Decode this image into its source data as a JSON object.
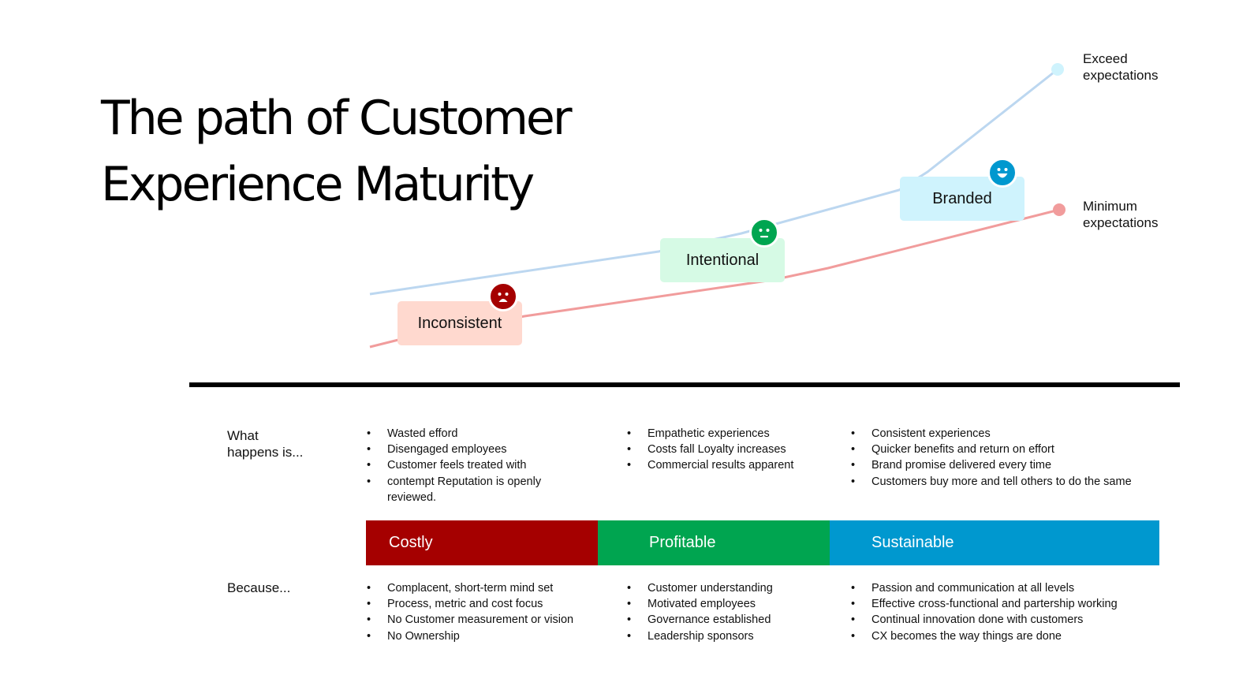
{
  "title_line1": "The path of Customer",
  "title_line2": "Experience Maturity",
  "stages": [
    {
      "label": "Inconsistent",
      "face": "sad",
      "bg": "#FFD9CF",
      "face_color": "#A50000"
    },
    {
      "label": "Intentional",
      "face": "neutral",
      "bg": "#D6FAE5",
      "face_color": "#00A550"
    },
    {
      "label": "Branded",
      "face": "happy",
      "bg": "#CFF3FD",
      "face_color": "#0098CF"
    }
  ],
  "lines": {
    "exceed": {
      "label_line1": "Exceed",
      "label_line2": "expectations",
      "color": "#BCD7F0",
      "end_dot_color": "#CFF3FD"
    },
    "minimum": {
      "label_line1": "Minimum",
      "label_line2": "expectations",
      "color": "#F19C9C",
      "end_dot_color": "#F19C9C"
    }
  },
  "rows": {
    "what_happens_label_line1": "What",
    "what_happens_label_line2": "happens is...",
    "because_label": "Because..."
  },
  "columns": [
    {
      "band": "Costly",
      "band_color": "#A50000",
      "what_happens": [
        "Wasted efford",
        "Disengaged employees",
        "Customer feels treated with",
        "contempt Reputation is openly reviewed."
      ],
      "because": [
        "Complacent, short-term mind set",
        "Process, metric and cost focus",
        "No Customer measurement or vision",
        "No Ownership"
      ]
    },
    {
      "band": "Profitable",
      "band_color": "#00A550",
      "what_happens": [
        "Empathetic experiences",
        "Costs fall Loyalty increases",
        "Commercial results apparent"
      ],
      "because": [
        "Customer understanding",
        "Motivated employees",
        "Governance established",
        "Leadership sponsors"
      ]
    },
    {
      "band": "Sustainable",
      "band_color": "#0098CF",
      "what_happens": [
        "Consistent experiences",
        "Quicker benefits and return on effort",
        "Brand promise delivered every time",
        "Customers buy more and tell others to do the same"
      ],
      "because": [
        "Passion and communication at all levels",
        "Effective cross-functional and partership working",
        "Continual innovation done with customers",
        "CX becomes the way things are done"
      ]
    }
  ]
}
